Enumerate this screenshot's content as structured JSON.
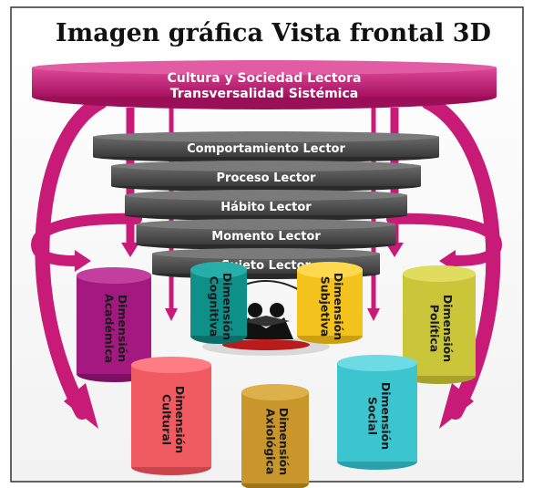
{
  "title": "Imagen gráfica Vista frontal 3D",
  "ring": {
    "line1": "Cultura y Sociedad Lectora",
    "line2": "Transversalidad Sistémica"
  },
  "discs": [
    "Comportamiento Lector",
    "Proceso Lector",
    "Hábito Lector",
    "Momento Lector",
    "Sujeto Lector"
  ],
  "dimensions": {
    "academica": [
      "Dimensión",
      "Académica"
    ],
    "cognitiva": [
      "Dimensión",
      "Cognitiva"
    ],
    "subjetiva": [
      "Dimensión",
      "Subjetiva"
    ],
    "politica": [
      "Dimensión",
      "Política"
    ],
    "cultural": [
      "Dimensión",
      "Cultural"
    ],
    "axiologica": [
      "Dimensión",
      "Axiológica"
    ],
    "social": [
      "Dimensión",
      "Social"
    ]
  },
  "colors": {
    "magenta": "#c81b78",
    "disc": "#4a4a4a",
    "academica": "#a3197f",
    "cognitiva": "#0f8f8a",
    "subjetiva": "#f3c21c",
    "politica": "#c9c63a",
    "cultural": "#f05a61",
    "axiologica": "#c8962a",
    "social": "#3cc4cf"
  }
}
